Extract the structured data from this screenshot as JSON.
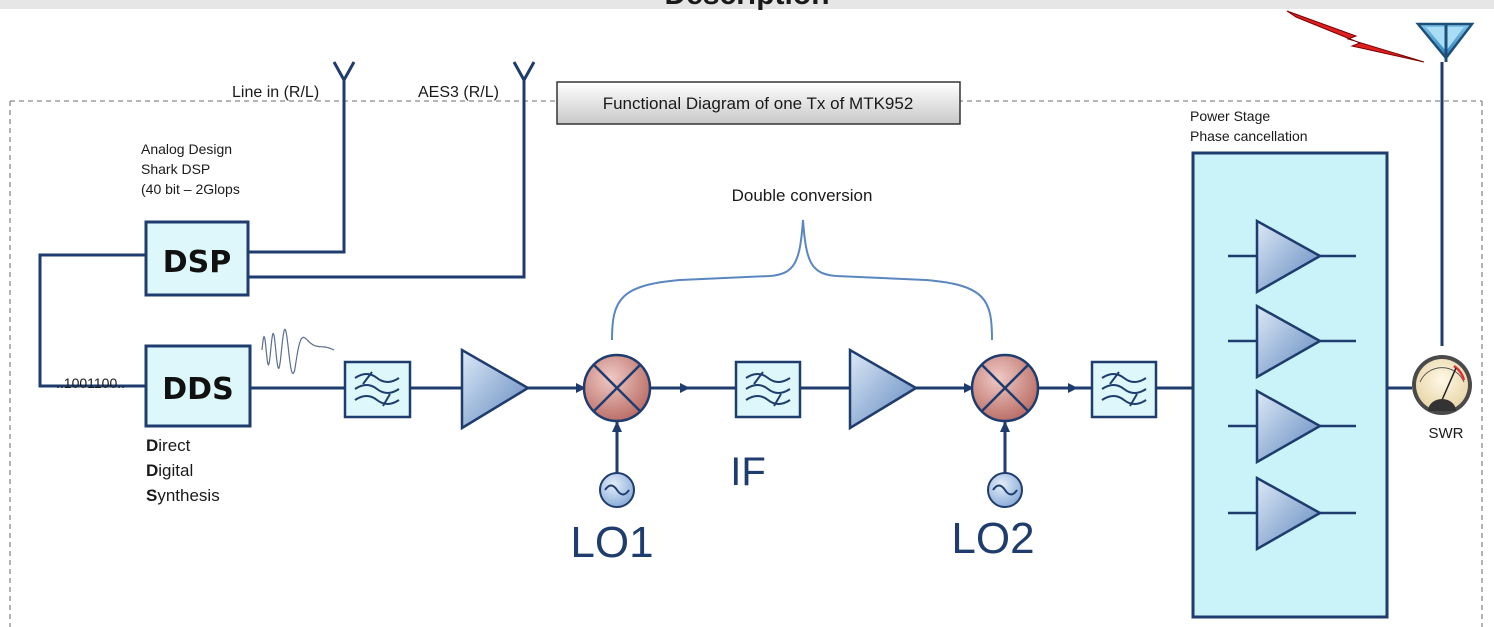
{
  "header": {
    "title_fragment": "Description"
  },
  "diagram": {
    "title": "Functional Diagram of one Tx of MTK952",
    "inputs": {
      "line_in": "Line in (R/L)",
      "aes3": "AES3 (R/L)"
    },
    "dsp": {
      "label": "DSP",
      "desc_line1": "Analog Design",
      "desc_line2": "Shark DSP",
      "desc_line3": "(40 bit – 2Glops"
    },
    "dds": {
      "label": "DDS",
      "bitstream": "..1001100..",
      "desc": [
        {
          "bold": "D",
          "rest": "irect"
        },
        {
          "bold": "D",
          "rest": "igital"
        },
        {
          "bold": "S",
          "rest": "ynthesis"
        }
      ]
    },
    "double_conversion": "Double conversion",
    "if_label": "IF",
    "lo1": "LO1",
    "lo2": "LO2",
    "power_stage": {
      "line1": "Power Stage",
      "line2": "Phase  cancellation"
    },
    "swr": "SWR"
  },
  "colors": {
    "line": "#1f3c6e",
    "block_fill": "#ddf7fb",
    "power_fill": "#c9f3f8",
    "amp_fill": "#8fb0d8",
    "mixer_fill": "#c97e78",
    "osc_fill": "#a9c3e3",
    "antenna": "#1e6ea8",
    "lightning": "#e02020",
    "brace": "#5b87c0"
  }
}
